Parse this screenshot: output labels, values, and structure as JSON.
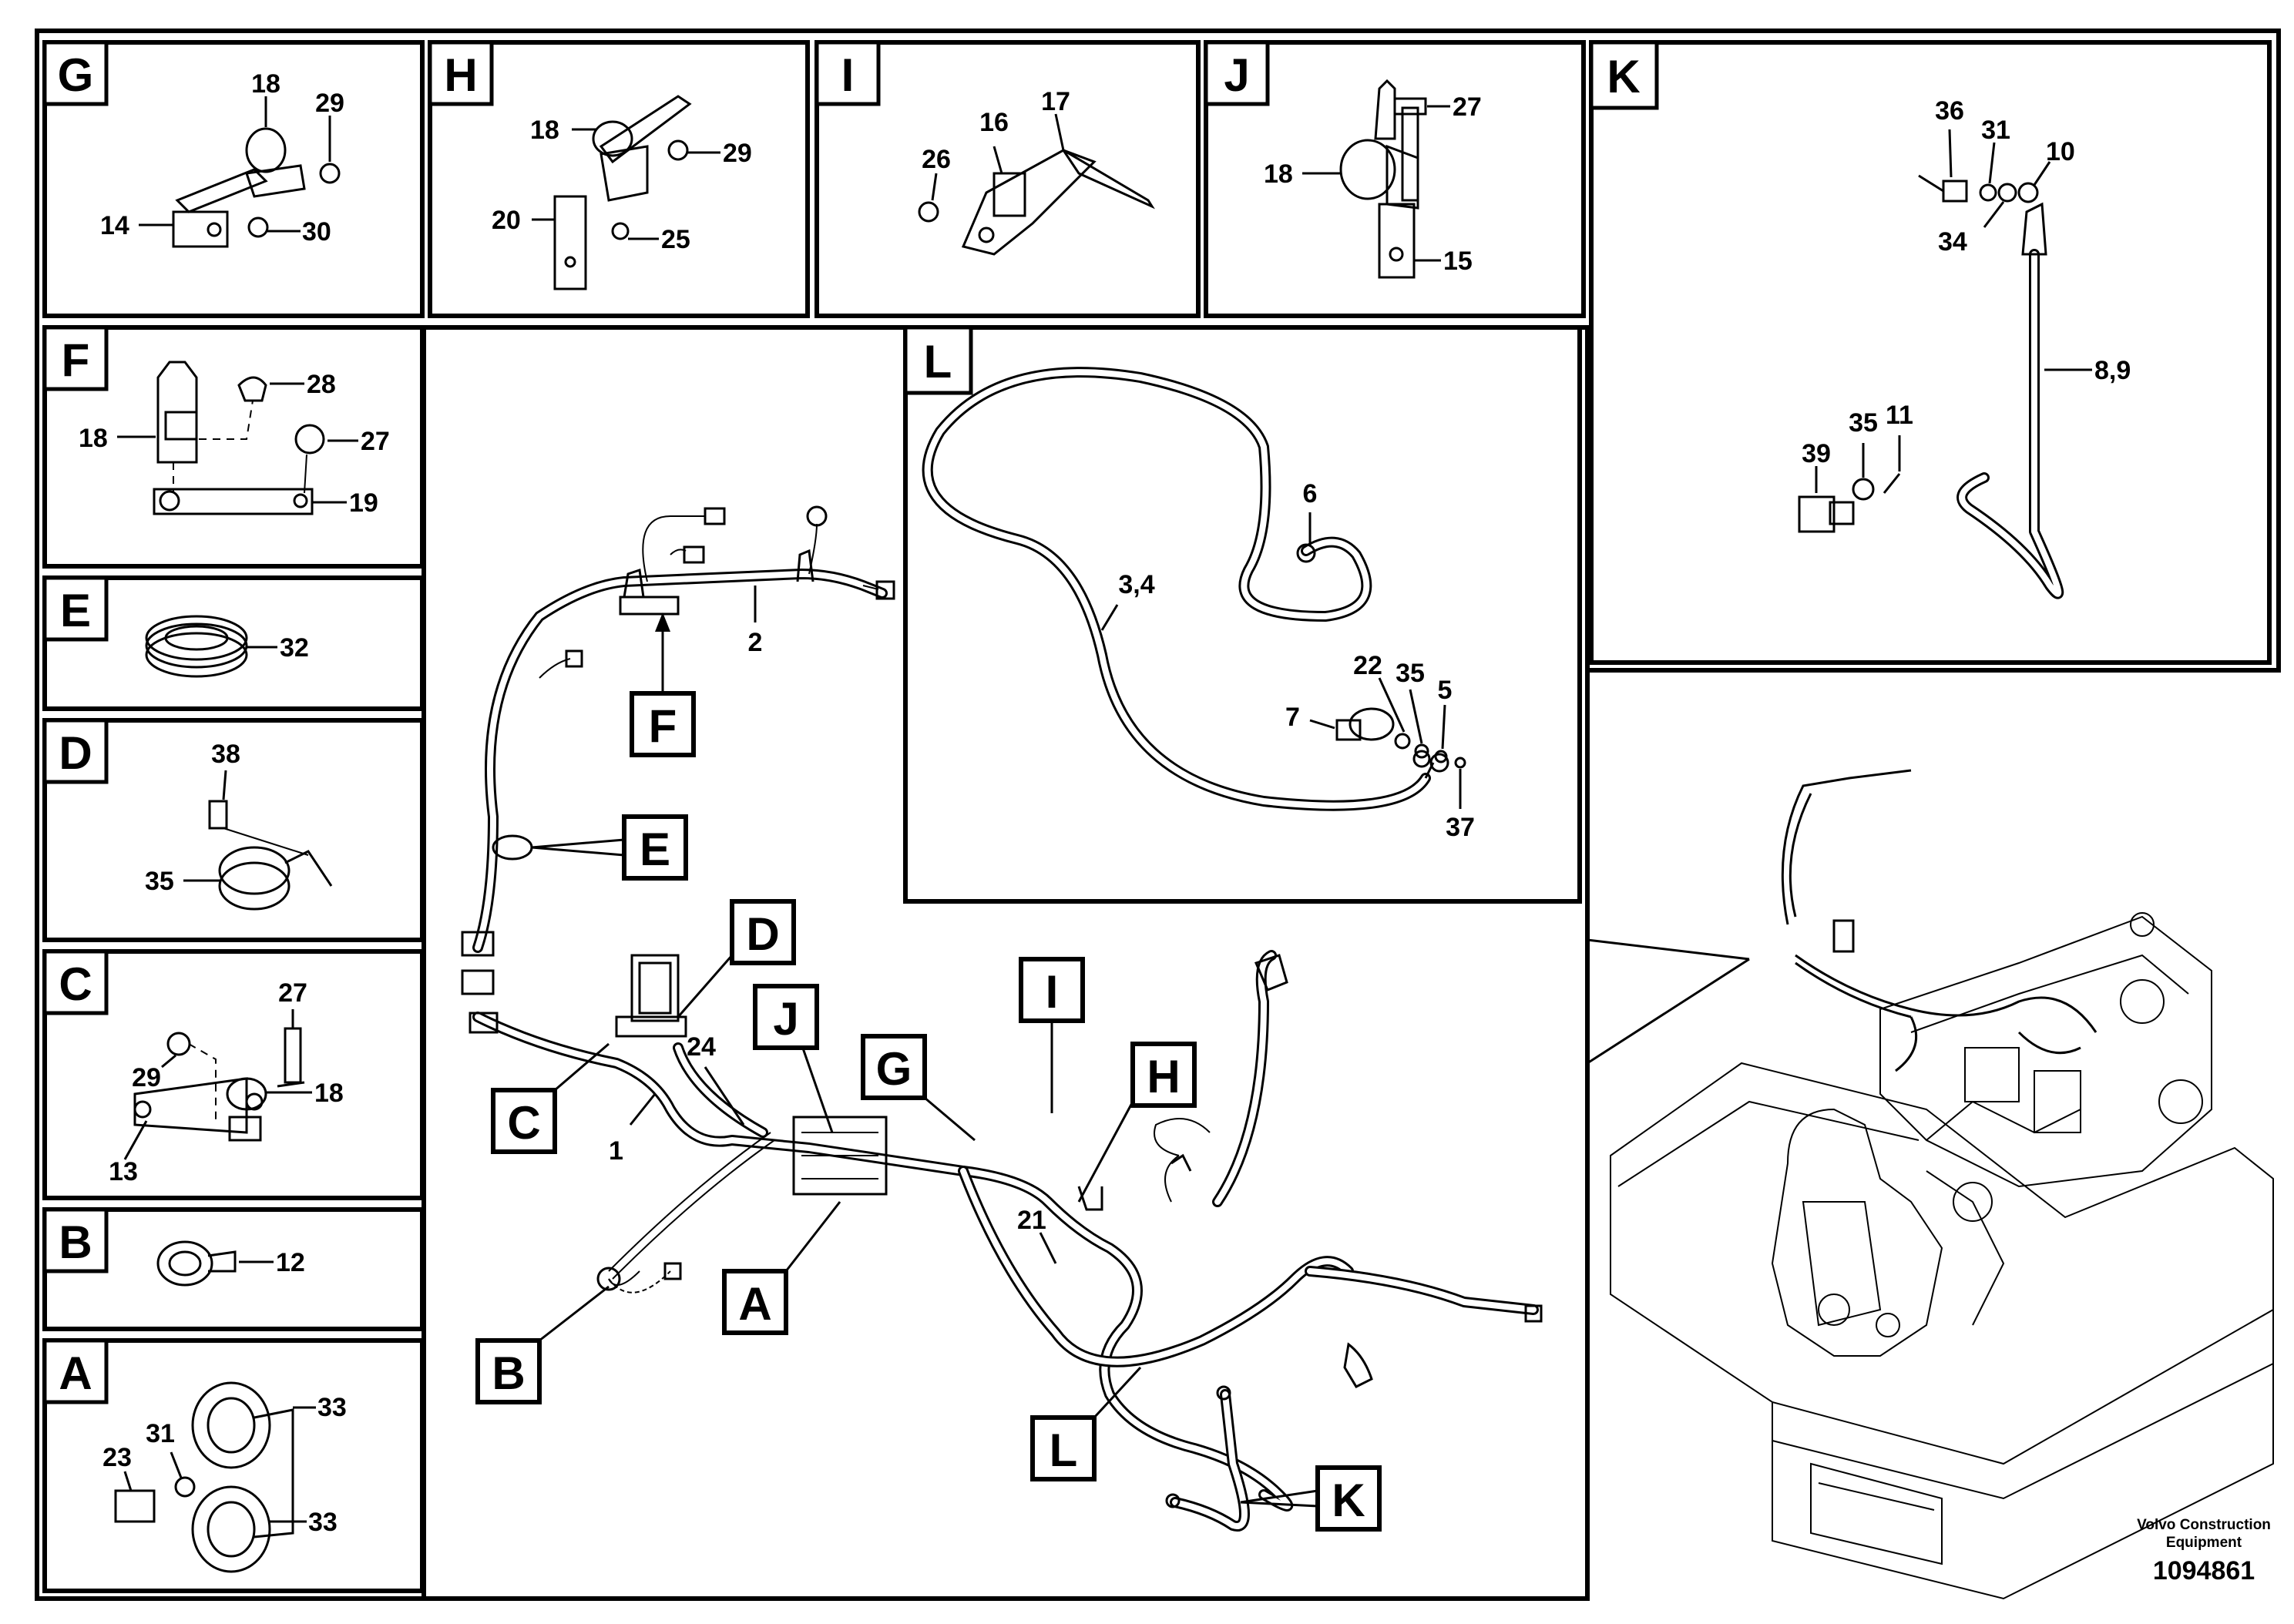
{
  "detail_boxes": {
    "G": {
      "letter": "G",
      "labels": [
        "18",
        "29",
        "14",
        "30"
      ]
    },
    "H": {
      "letter": "H",
      "labels": [
        "18",
        "29",
        "20",
        "25"
      ]
    },
    "I": {
      "letter": "I",
      "labels": [
        "16",
        "17",
        "26"
      ]
    },
    "J": {
      "letter": "J",
      "labels": [
        "27",
        "18",
        "15"
      ]
    },
    "K": {
      "letter": "K",
      "labels": [
        "36",
        "31",
        "10",
        "34",
        "8,9",
        "39",
        "35",
        "11"
      ]
    },
    "F": {
      "letter": "F",
      "labels": [
        "28",
        "18",
        "27",
        "19"
      ]
    },
    "E": {
      "letter": "E",
      "labels": [
        "32"
      ]
    },
    "D": {
      "letter": "D",
      "labels": [
        "38",
        "35"
      ]
    },
    "C": {
      "letter": "C",
      "labels": [
        "27",
        "29",
        "18",
        "13"
      ]
    },
    "B": {
      "letter": "B",
      "labels": [
        "12"
      ]
    },
    "A": {
      "letter": "A",
      "labels": [
        "33",
        "23",
        "31",
        "33"
      ]
    },
    "L": {
      "letter": "L",
      "labels": [
        "6",
        "3,4",
        "22",
        "35",
        "5",
        "7",
        "37"
      ]
    }
  },
  "main_view": {
    "callouts": [
      "F",
      "E",
      "D",
      "J",
      "I",
      "G",
      "H",
      "C",
      "A",
      "B",
      "L",
      "K"
    ],
    "labels": [
      "2",
      "24",
      "1",
      "21"
    ]
  },
  "footer": {
    "brand": "Volvo Construction",
    "brand_line2": "Equipment",
    "code": "1094861"
  }
}
